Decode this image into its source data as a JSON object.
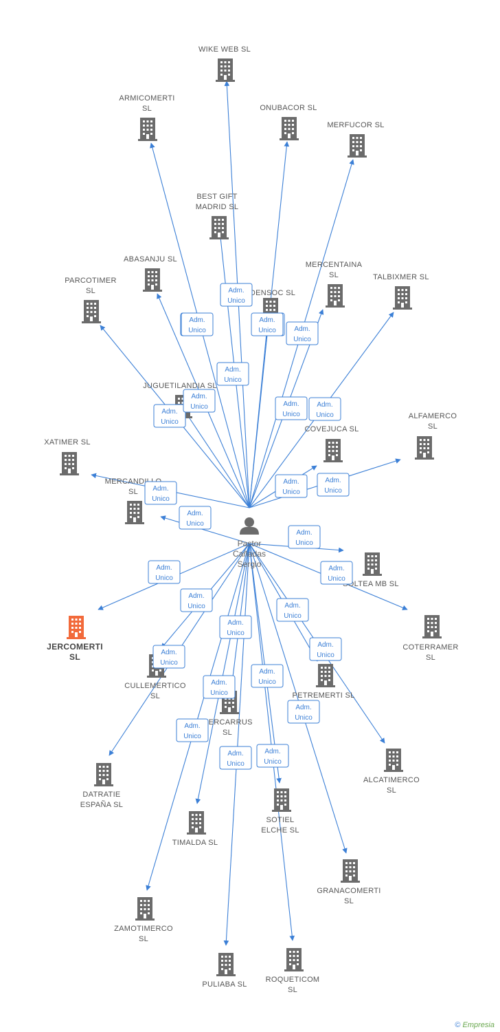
{
  "person": {
    "name_lines": [
      "Pastor",
      "Cañadas",
      "Sergio"
    ],
    "icon": "person-icon"
  },
  "role_label": [
    "Adm.",
    "Unico"
  ],
  "colors": {
    "edge": "#3b7fd6",
    "building": "#6b6b6b",
    "highlight": "#f26a3b"
  },
  "companies": [
    {
      "id": "wike-web-sl",
      "label": [
        "WIKE WEB  SL"
      ]
    },
    {
      "id": "armicomerti-sl",
      "label": [
        "ARMICOMERTI",
        "SL"
      ]
    },
    {
      "id": "onubacor-sl",
      "label": [
        "ONUBACOR  SL"
      ]
    },
    {
      "id": "merfucor-sl",
      "label": [
        "MERFUCOR  SL"
      ]
    },
    {
      "id": "best-gift-madrid-sl",
      "label": [
        "BEST GIFT",
        "MADRID  SL"
      ]
    },
    {
      "id": "abasanju-sl",
      "label": [
        "ABASANJU  SL"
      ]
    },
    {
      "id": "parcotimer-sl",
      "label": [
        "PARCOTIMER",
        "SL"
      ]
    },
    {
      "id": "mercentaina-sl",
      "label": [
        "MERCENTAINA",
        "SL"
      ]
    },
    {
      "id": "talbixmer-sl",
      "label": [
        "TALBIXMER  SL"
      ]
    },
    {
      "id": "densoc-sl",
      "label": [
        "DENSOC  SL"
      ]
    },
    {
      "id": "juguetilandia-sl",
      "label": [
        "JUGUETILANDIA SL"
      ]
    },
    {
      "id": "alfamerco-sl",
      "label": [
        "ALFAMERCO",
        "SL"
      ]
    },
    {
      "id": "covejuca-sl",
      "label": [
        "COVEJUCA SL"
      ]
    },
    {
      "id": "xatimer-sl",
      "label": [
        "XATIMER  SL"
      ]
    },
    {
      "id": "mercandillo-sl",
      "label": [
        "MERCANDILLO",
        "SL"
      ]
    },
    {
      "id": "soltea-mb-sl",
      "label": [
        "SOLTEA MB  SL"
      ]
    },
    {
      "id": "jercomerti-sl",
      "label": [
        "JERCOMERTI",
        "SL"
      ],
      "highlight": true
    },
    {
      "id": "coterramer-sl",
      "label": [
        "COTERRAMER",
        "SL"
      ]
    },
    {
      "id": "cullemertico-sl",
      "label": [
        "CULLEMERTICO",
        "SL"
      ]
    },
    {
      "id": "petremerti-sl",
      "label": [
        "PETREMERTI  SL"
      ]
    },
    {
      "id": "mercarrus-sl",
      "label": [
        "MERCARRUS",
        "SL"
      ]
    },
    {
      "id": "alcatimerco-sl",
      "label": [
        "ALCATIMERCO",
        "SL"
      ]
    },
    {
      "id": "datratie-espana-sl",
      "label": [
        "DATRATIE",
        "ESPAÑA  SL"
      ]
    },
    {
      "id": "sotiel-elche-sl",
      "label": [
        "SOTIEL",
        "ELCHE  SL"
      ]
    },
    {
      "id": "timalda-sl",
      "label": [
        "TIMALDA  SL"
      ]
    },
    {
      "id": "granacomerti-sl",
      "label": [
        "GRANACOMERTI",
        "SL"
      ]
    },
    {
      "id": "zamotimerco-sl",
      "label": [
        "ZAMOTIMERCO",
        "SL"
      ]
    },
    {
      "id": "puliaba-sl",
      "label": [
        "PULIABA  SL"
      ]
    },
    {
      "id": "roqueticom-sl",
      "label": [
        "ROQUETICOM",
        "SL"
      ]
    }
  ],
  "footer": {
    "copyright": "©",
    "brand": "Empresia"
  }
}
